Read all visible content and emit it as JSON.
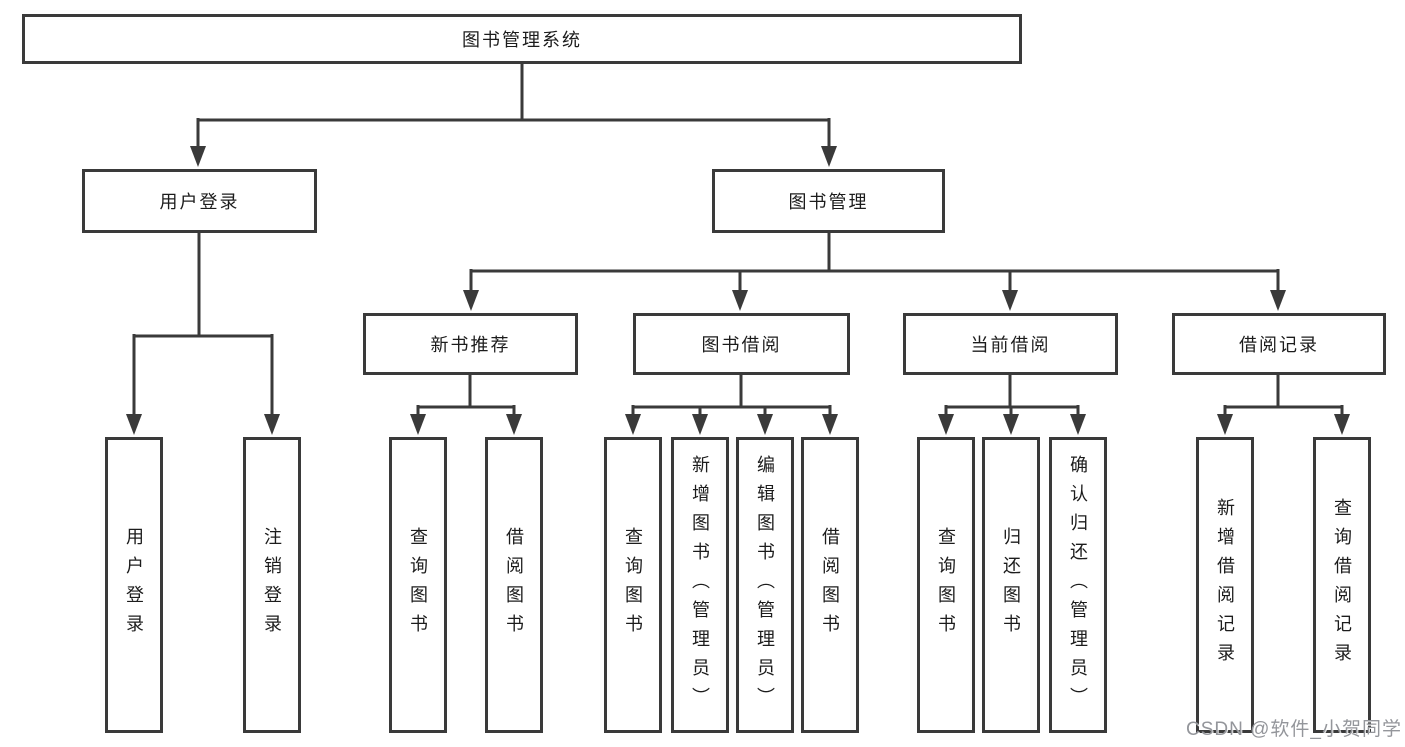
{
  "diagram": {
    "root": {
      "label": "图书管理系统"
    },
    "level2": [
      {
        "label": "用户登录"
      },
      {
        "label": "图书管理"
      }
    ],
    "level3": [
      {
        "label": "新书推荐"
      },
      {
        "label": "图书借阅"
      },
      {
        "label": "当前借阅"
      },
      {
        "label": "借阅记录"
      }
    ],
    "leaves": [
      {
        "label": "用户登录"
      },
      {
        "label": "注销登录"
      },
      {
        "label": "查询图书"
      },
      {
        "label": "借阅图书"
      },
      {
        "label": "查询图书"
      },
      {
        "label": "新增图书（管理员）"
      },
      {
        "label": "编辑图书（管理员）"
      },
      {
        "label": "借阅图书"
      },
      {
        "label": "查询图书"
      },
      {
        "label": "归还图书"
      },
      {
        "label": "确认归还（管理员）"
      },
      {
        "label": "新增借阅记录"
      },
      {
        "label": "查询借阅记录"
      }
    ],
    "watermark": "CSDN @软件_小贺同学",
    "colors": {
      "line": "#3a3a3a",
      "text": "#1c1c1c",
      "watermark": "#94969b",
      "background": "#ffffff"
    }
  }
}
